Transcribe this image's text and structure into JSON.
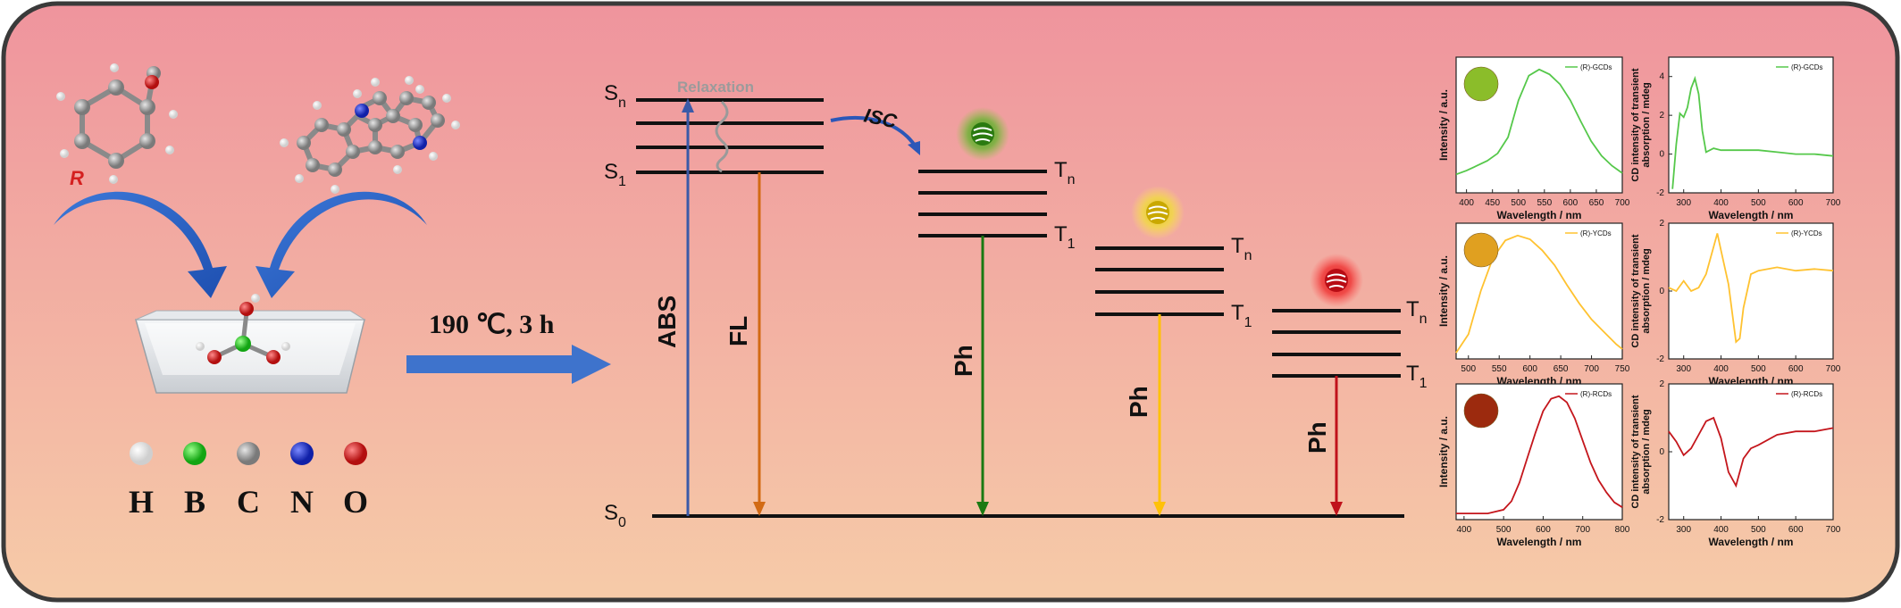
{
  "synthesis": {
    "substituent_label": "R",
    "condition": "190 ℃, 3 h",
    "legend": [
      {
        "symbol": "H",
        "color": "#f4f4f4"
      },
      {
        "symbol": "B",
        "color": "#1fd11f"
      },
      {
        "symbol": "C",
        "color": "#a6a6a6"
      },
      {
        "symbol": "N",
        "color": "#1d2fd6"
      },
      {
        "symbol": "O",
        "color": "#e11b1b"
      }
    ]
  },
  "energy": {
    "s_n": "S",
    "s_n_sub": "n",
    "s_1": "S",
    "s_1_sub": "1",
    "s_0": "S",
    "s_0_sub": "0",
    "t_n": "T",
    "t_n_sub": "n",
    "t_1": "T",
    "t_1_sub": "1",
    "relaxation": "Relaxation",
    "isc": "ISC",
    "abs": "ABS",
    "fl": "FL",
    "ph": "Ph",
    "colors": {
      "green": "#1a7a12",
      "yellow": "#ffc107",
      "red": "#c0121b",
      "abs": "#3a5aa8",
      "fl": "#d26a14"
    }
  },
  "spectra": {
    "pl_ylabel": "Intensity / a.u.",
    "cd_ylabel_1": "CD intensity of transient",
    "cd_ylabel_2": "absorption / mdeg",
    "xlabel": "Wavelength / nm",
    "rows": [
      {
        "dot_color": "#8bbd2a",
        "line_color": "#55c84a",
        "pl_legend": "(R)-GCDs",
        "cd_legend": "(R)-GCDs",
        "pl_xticks": [
          "400",
          "450",
          "500",
          "550",
          "600",
          "650",
          "700"
        ],
        "cd_xticks": [
          "300",
          "400",
          "500",
          "600",
          "700"
        ],
        "cd_yticks": [
          "4",
          "2",
          "0",
          "-2"
        ]
      },
      {
        "dot_color": "#e0a020",
        "line_color": "#ffc230",
        "pl_legend": "(R)-YCDs",
        "cd_legend": "(R)-YCDs",
        "pl_xticks": [
          "500",
          "550",
          "600",
          "650",
          "700",
          "750"
        ],
        "cd_xticks": [
          "300",
          "400",
          "500",
          "600",
          "700"
        ],
        "cd_yticks": [
          "2",
          "0",
          "-2"
        ]
      },
      {
        "dot_color": "#9c2a0e",
        "line_color": "#c4161c",
        "pl_legend": "(R)-RCDs",
        "cd_legend": "(R)-RCDs",
        "pl_xticks": [
          "400",
          "500",
          "600",
          "700",
          "800"
        ],
        "cd_xticks": [
          "300",
          "400",
          "500",
          "600",
          "700"
        ],
        "cd_yticks": [
          "2",
          "0",
          "-2"
        ]
      }
    ]
  },
  "chart_data": [
    {
      "type": "line",
      "title": "",
      "legend": "(R)-GCDs",
      "xlabel": "Wavelength / nm",
      "ylabel": "Intensity / a.u.",
      "xlim": [
        380,
        700
      ],
      "x": [
        380,
        400,
        420,
        440,
        460,
        480,
        500,
        520,
        540,
        560,
        580,
        600,
        620,
        640,
        660,
        680,
        700
      ],
      "y": [
        0.15,
        0.18,
        0.22,
        0.26,
        0.32,
        0.45,
        0.75,
        0.95,
        1.0,
        0.96,
        0.88,
        0.75,
        0.58,
        0.42,
        0.3,
        0.22,
        0.16
      ]
    },
    {
      "type": "line",
      "title": "",
      "legend": "(R)-GCDs",
      "xlabel": "Wavelength / nm",
      "ylabel": "CD intensity of transient absorption / mdeg",
      "xlim": [
        260,
        700
      ],
      "ylim": [
        -2,
        5
      ],
      "x": [
        270,
        280,
        290,
        300,
        310,
        320,
        330,
        340,
        350,
        360,
        380,
        400,
        450,
        500,
        550,
        600,
        650,
        700
      ],
      "y": [
        -1.8,
        0.5,
        2.1,
        1.9,
        2.4,
        3.4,
        3.9,
        3.1,
        1.2,
        0.1,
        0.3,
        0.2,
        0.2,
        0.2,
        0.1,
        0.0,
        0.0,
        -0.1
      ]
    },
    {
      "type": "line",
      "title": "",
      "legend": "(R)-YCDs",
      "xlabel": "Wavelength / nm",
      "ylabel": "Intensity / a.u.",
      "xlim": [
        480,
        750
      ],
      "x": [
        480,
        500,
        520,
        540,
        560,
        580,
        600,
        620,
        640,
        660,
        680,
        700,
        720,
        740,
        750
      ],
      "y": [
        0.05,
        0.2,
        0.55,
        0.82,
        0.96,
        1.0,
        0.97,
        0.88,
        0.76,
        0.6,
        0.45,
        0.32,
        0.22,
        0.12,
        0.08
      ]
    },
    {
      "type": "line",
      "title": "",
      "legend": "(R)-YCDs",
      "xlabel": "Wavelength / nm",
      "ylabel": "CD intensity of transient absorption / mdeg",
      "xlim": [
        260,
        700
      ],
      "ylim": [
        -2,
        2
      ],
      "x": [
        260,
        280,
        300,
        320,
        340,
        360,
        380,
        390,
        400,
        420,
        440,
        450,
        460,
        480,
        500,
        550,
        600,
        650,
        700
      ],
      "y": [
        0.1,
        0.0,
        0.3,
        0.0,
        0.1,
        0.5,
        1.3,
        1.7,
        1.2,
        0.2,
        -1.5,
        -1.4,
        -0.5,
        0.5,
        0.6,
        0.7,
        0.6,
        0.65,
        0.6
      ]
    },
    {
      "type": "line",
      "title": "",
      "legend": "(R)-RCDs",
      "xlabel": "Wavelength / nm",
      "ylabel": "Intensity / a.u.",
      "xlim": [
        380,
        800
      ],
      "x": [
        380,
        420,
        460,
        500,
        520,
        540,
        560,
        580,
        600,
        620,
        640,
        660,
        680,
        700,
        720,
        740,
        760,
        780,
        800
      ],
      "y": [
        0.05,
        0.05,
        0.05,
        0.08,
        0.15,
        0.3,
        0.5,
        0.7,
        0.88,
        0.98,
        1.0,
        0.95,
        0.82,
        0.64,
        0.46,
        0.32,
        0.22,
        0.14,
        0.1
      ]
    },
    {
      "type": "line",
      "title": "",
      "legend": "(R)-RCDs",
      "xlabel": "Wavelength / nm",
      "ylabel": "CD intensity of transient absorption / mdeg",
      "xlim": [
        260,
        700
      ],
      "ylim": [
        -2,
        2
      ],
      "x": [
        260,
        280,
        300,
        320,
        340,
        360,
        380,
        400,
        420,
        440,
        460,
        480,
        500,
        550,
        600,
        650,
        700
      ],
      "y": [
        0.6,
        0.3,
        -0.1,
        0.1,
        0.5,
        0.9,
        1.0,
        0.4,
        -0.6,
        -1.0,
        -0.2,
        0.1,
        0.2,
        0.5,
        0.6,
        0.6,
        0.7
      ]
    }
  ]
}
